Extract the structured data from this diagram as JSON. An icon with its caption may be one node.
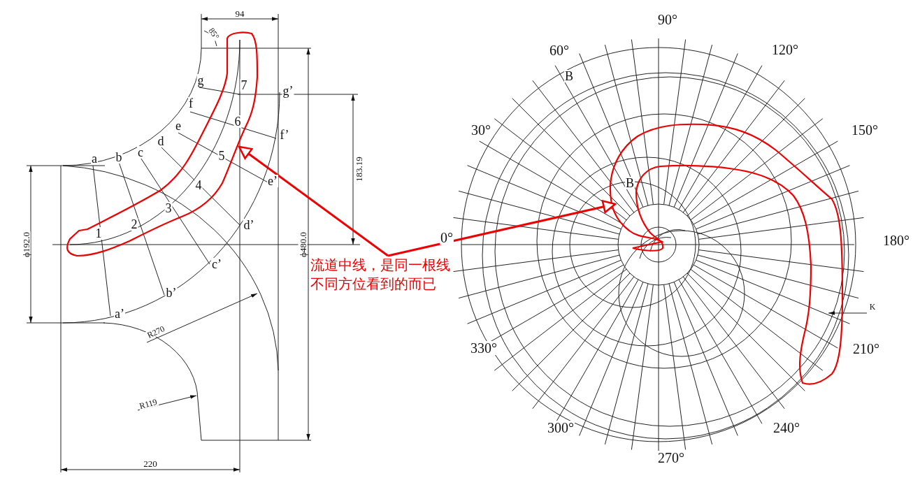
{
  "diagram": {
    "nodes": [
      {
        "text": [
          "流道中线，是同一根线不同方位看到的而已"
        ]
      },
      {
        "text": [],
        "shape": "loop"
      },
      {
        "text": [],
        "shape": "loop"
      }
    ],
    "edges": [
      {
        "from": 0,
        "to": 1,
        "arrow": "to"
      },
      {
        "from": 0,
        "to": 2,
        "arrow": "to"
      }
    ],
    "labels": [
      "94",
      "85°",
      "g",
      "7",
      "g’",
      "f",
      "6",
      "f’",
      "e",
      "5",
      "d",
      "a",
      "b",
      "c",
      "183.19",
      "e’",
      "4",
      "3",
      "2",
      "d’",
      "1",
      "ϕ192.0",
      "ϕ480.0",
      "c’",
      "b’",
      "a’",
      "R270",
      "R119",
      "220",
      "90°",
      "60°",
      "120°",
      "B",
      "30°",
      "150°",
      "B",
      "0°",
      "180°",
      "K",
      "330°",
      "210°",
      "300°",
      "240°",
      "270°"
    ]
  }
}
